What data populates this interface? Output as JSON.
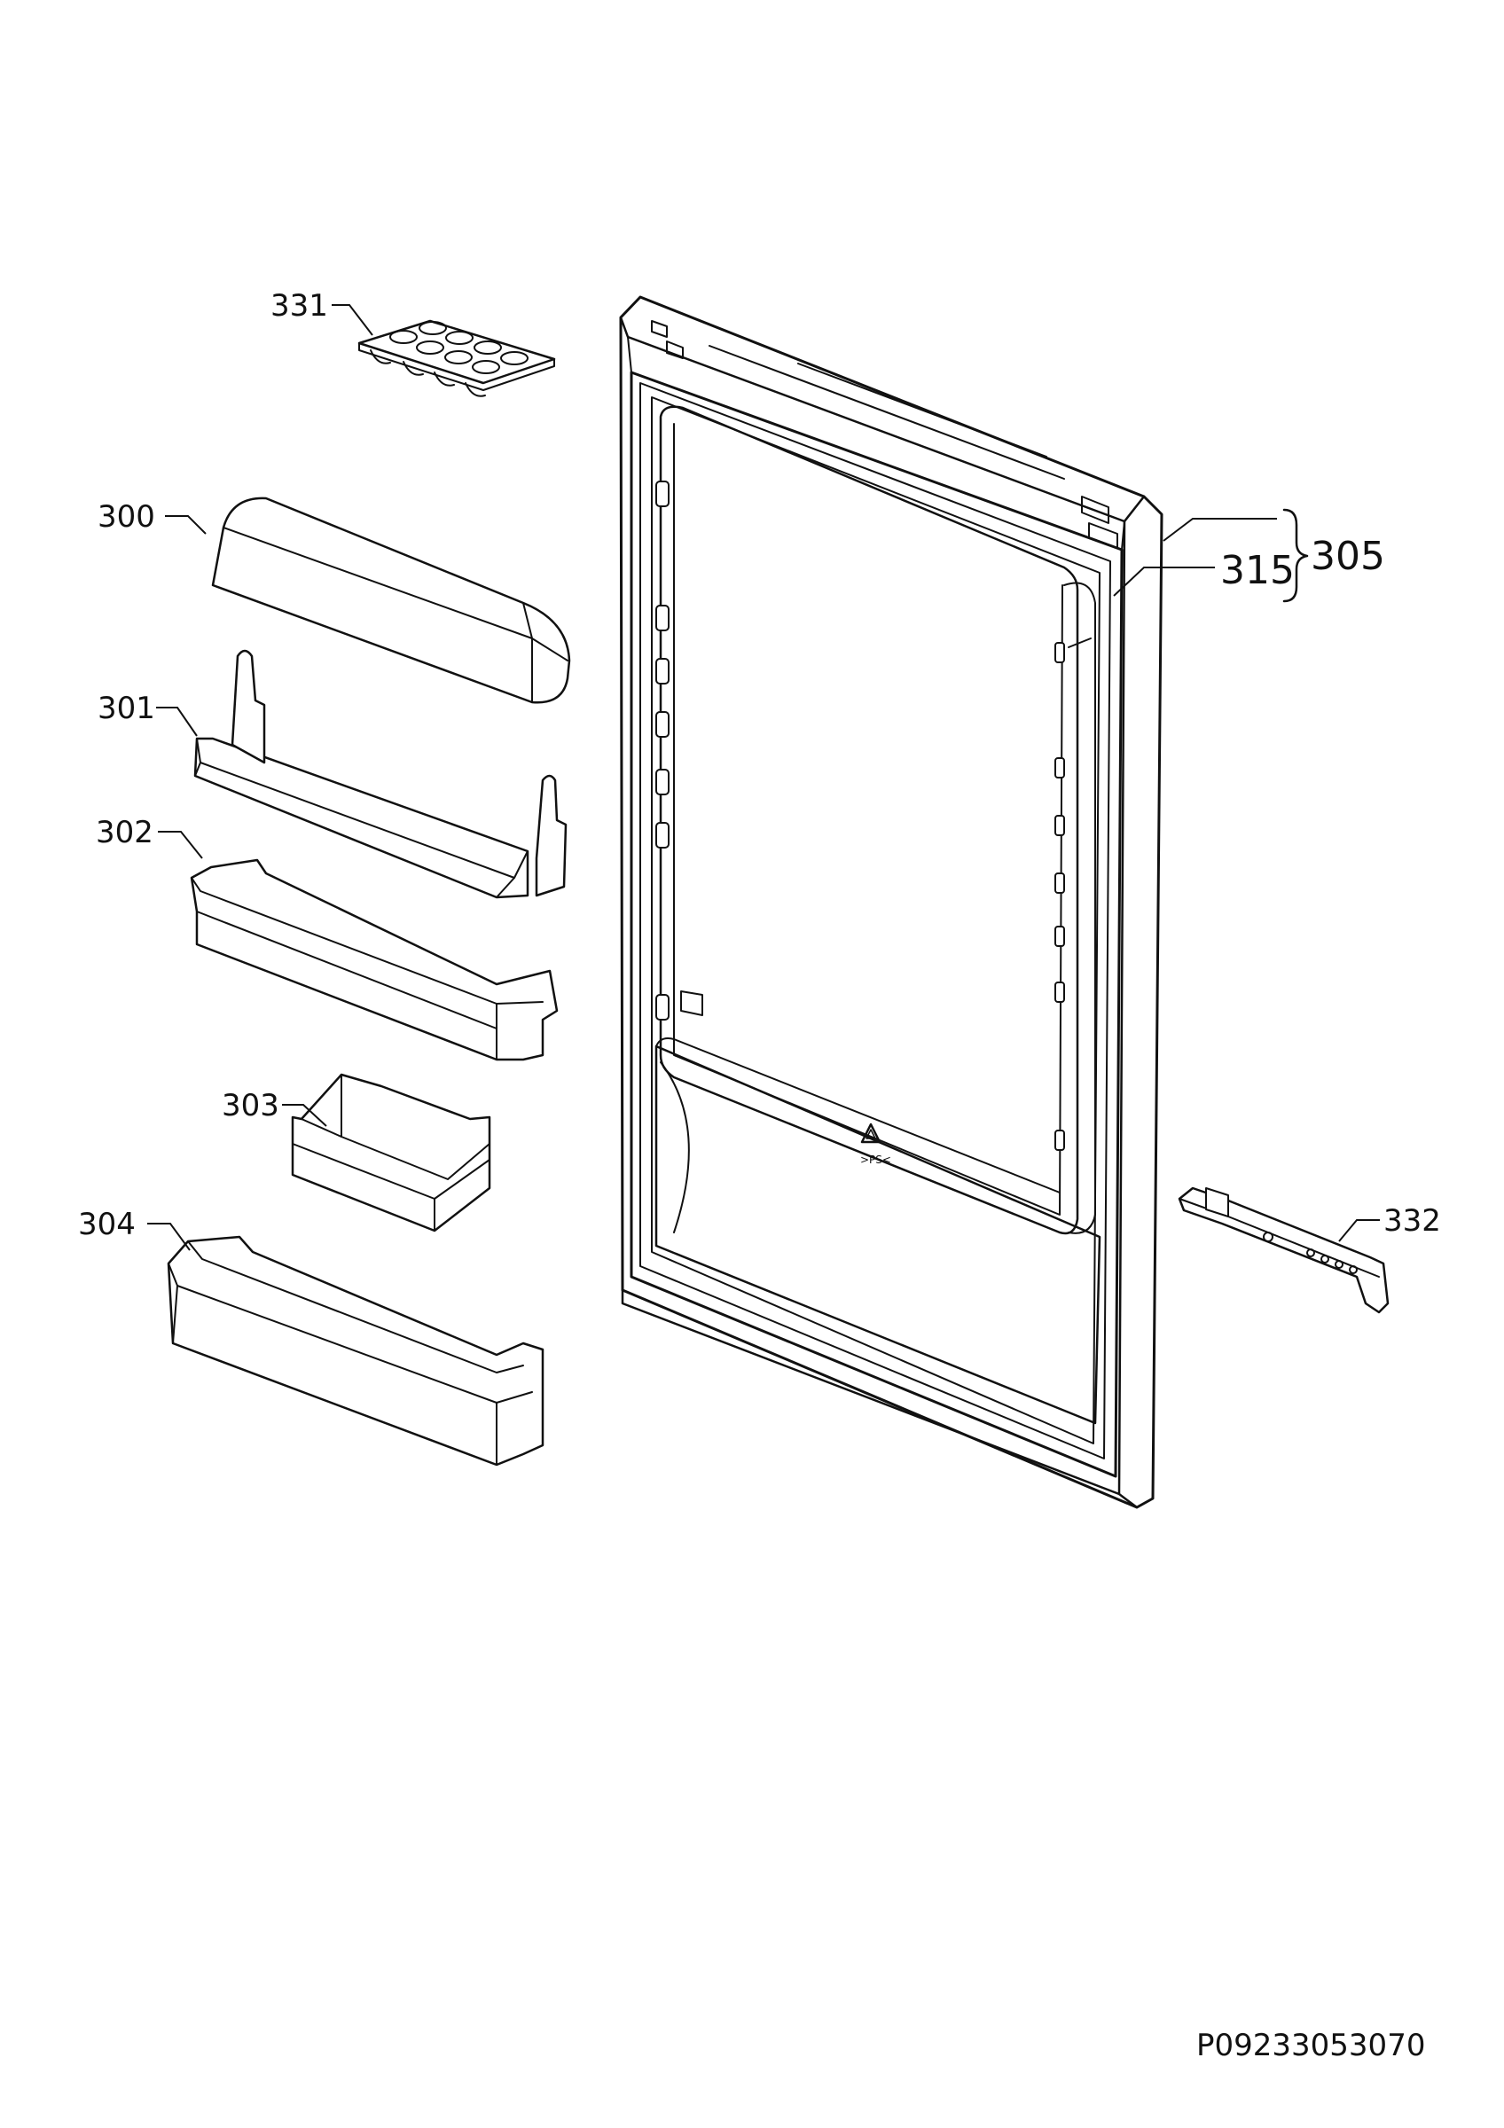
{
  "diagram": {
    "parts": [
      {
        "key": "p331",
        "number": "331"
      },
      {
        "key": "p300",
        "number": "300"
      },
      {
        "key": "p301",
        "number": "301"
      },
      {
        "key": "p302",
        "number": "302"
      },
      {
        "key": "p303",
        "number": "303"
      },
      {
        "key": "p304",
        "number": "304"
      },
      {
        "key": "p315",
        "number": "315"
      },
      {
        "key": "p305",
        "number": "305"
      },
      {
        "key": "p332",
        "number": "332"
      }
    ],
    "labels": {
      "p331": "331",
      "p300": "300",
      "p301": "301",
      "p302": "302",
      "p303": "303",
      "p304": "304",
      "p315": "315",
      "p305": "305",
      "p332": "332"
    },
    "recycle_mark": ">PS<",
    "document_code": "P09233053070"
  },
  "colors": {
    "ink": "#111111",
    "background": "#ffffff"
  }
}
